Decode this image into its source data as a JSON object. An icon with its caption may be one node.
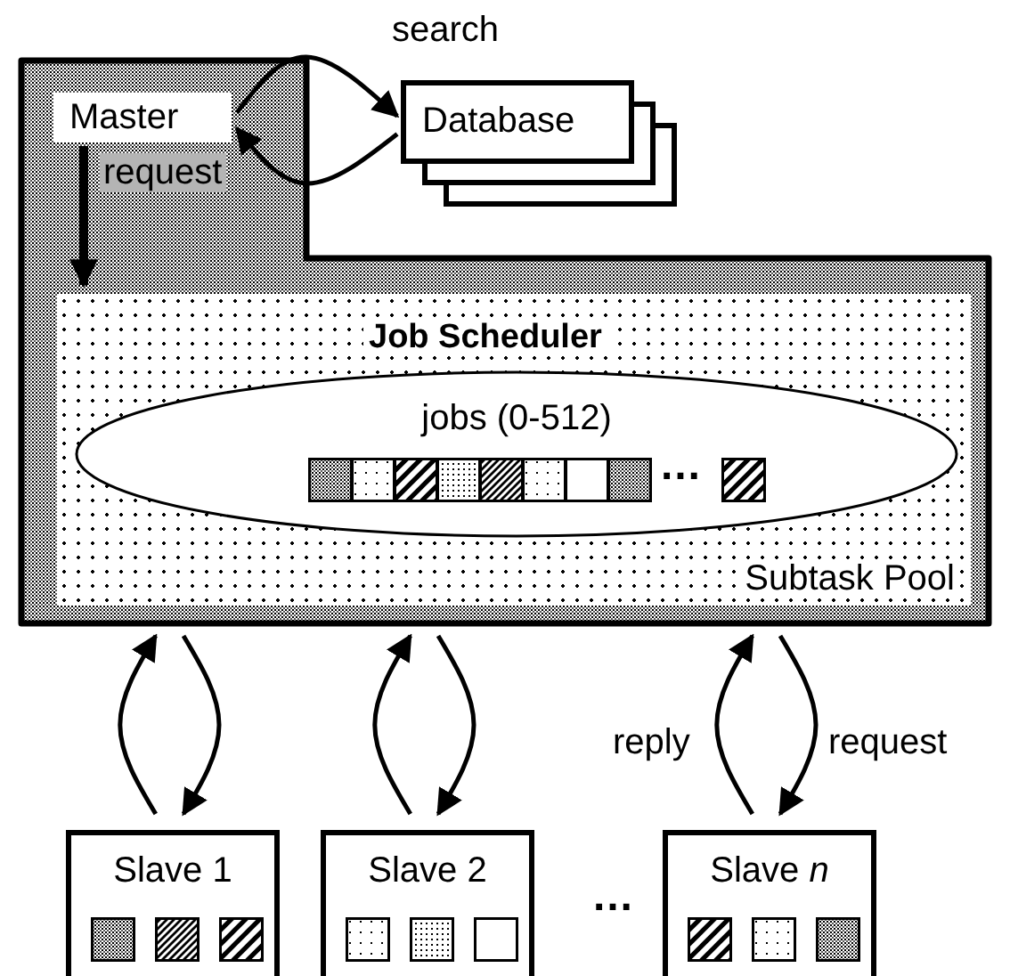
{
  "diagram": {
    "nodes": [
      {
        "text": [
          "Master"
        ]
      },
      {
        "text": [
          "Database"
        ]
      },
      {
        "text": [
          "Job Scheduler",
          "Subtask Pool"
        ]
      },
      {
        "text": [
          "jobs (0-512)"
        ],
        "in": 2
      },
      {
        "text": [
          "Slave 1"
        ]
      },
      {
        "text": [
          "Slave 2"
        ]
      },
      {
        "text": [
          "Slave *n*"
        ]
      }
    ],
    "edges": [
      {
        "from": 0,
        "to": 1,
        "arrow": "to",
        "label": "search"
      },
      {
        "from": 1,
        "to": 0,
        "arrow": "to"
      },
      {
        "from": 0,
        "to": 2,
        "arrow": "to",
        "label": "request",
        "style": "thick"
      },
      {
        "from": 4,
        "to": 2,
        "arrow": "to"
      },
      {
        "from": 2,
        "to": 4,
        "arrow": "to"
      },
      {
        "from": 5,
        "to": 2,
        "arrow": "to"
      },
      {
        "from": 2,
        "to": 5,
        "arrow": "to"
      },
      {
        "from": 6,
        "to": 2,
        "arrow": "to",
        "label": "reply"
      },
      {
        "from": 2,
        "to": 6,
        "arrow": "to",
        "label": "request"
      }
    ],
    "labels": [
      "…",
      "…"
    ]
  }
}
